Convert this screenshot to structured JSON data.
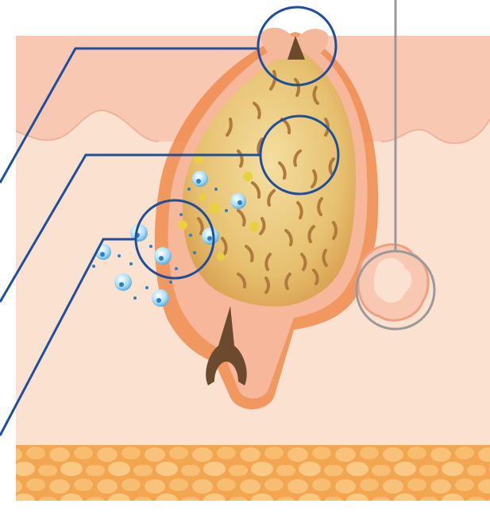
{
  "figure": {
    "subject": "acne-pimple-cross-section",
    "layers": [
      "epidermis",
      "dermis",
      "subcutaneous-fat"
    ],
    "regions": [
      "pore-opening",
      "sebum-and-bacteria",
      "white-blood-cells",
      "sebaceous-gland"
    ],
    "callouts": [
      {
        "id": "pore-opening",
        "color": "#1f4e9c"
      },
      {
        "id": "bacteria",
        "color": "#1f4e9c"
      },
      {
        "id": "immune-cells",
        "color": "#1f4e9c"
      },
      {
        "id": "sebaceous-gland",
        "color": "#9a9a9a"
      }
    ],
    "colors": {
      "epidermis": "#f8c8b2",
      "dermis": "#fbe1d0",
      "fat": "#f5b25c",
      "inflammation": "#ee7a3a",
      "sebum": "#e7c87a",
      "bacteria": "#b07a3c",
      "hair": "#6b4a2e",
      "immune_cell": "#8fd0ef"
    }
  }
}
